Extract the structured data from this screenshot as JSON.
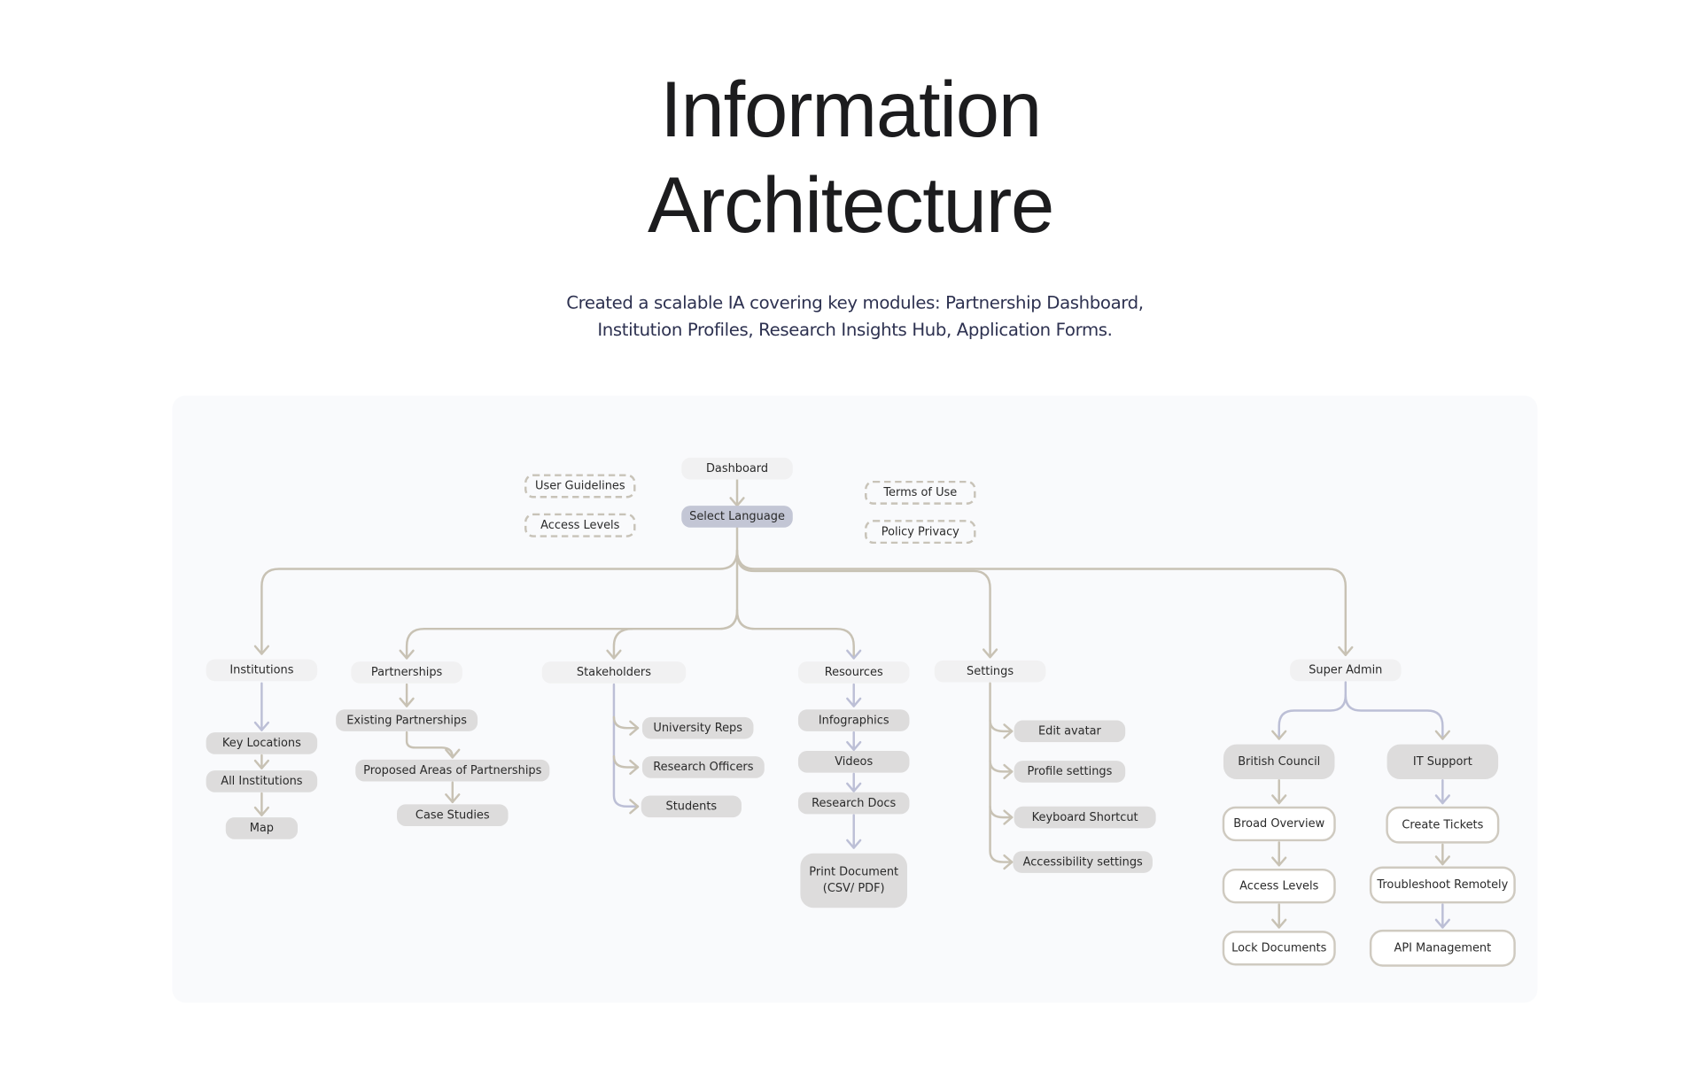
{
  "header": {
    "title_line1": "Information",
    "title_line2": "Architecture",
    "subtitle_line1": "Created a scalable IA covering key modules: Partnership Dashboard,",
    "subtitle_line2": "Institution Profiles, Research Insights Hub, Application Forms."
  },
  "colors": {
    "connector": "#c8c2b4",
    "connector_alt": "#bcbfd6",
    "panel": "#f9fafc",
    "node_light": "#f1f1f2",
    "node_grey": "#dddcdc",
    "node_selected": "#c3c6d5"
  },
  "diagram": {
    "nodes": [
      {
        "id": "dashboard",
        "label": "Dashboard",
        "style": "light"
      },
      {
        "id": "select-language",
        "label": "Select Language",
        "style": "dark"
      },
      {
        "id": "user-guidelines",
        "label": "User Guidelines",
        "style": "dashed"
      },
      {
        "id": "access-levels-top",
        "label": "Access Levels",
        "style": "dashed"
      },
      {
        "id": "terms-of-use",
        "label": "Terms of Use",
        "style": "dashed"
      },
      {
        "id": "policy-privacy",
        "label": "Policy Privacy",
        "style": "dashed"
      },
      {
        "id": "institutions",
        "label": "Institutions",
        "style": "light"
      },
      {
        "id": "key-locations",
        "label": "Key Locations",
        "style": "grey"
      },
      {
        "id": "all-institutions",
        "label": "All Institutions",
        "style": "grey"
      },
      {
        "id": "map",
        "label": "Map",
        "style": "grey"
      },
      {
        "id": "partnerships",
        "label": "Partnerships",
        "style": "light"
      },
      {
        "id": "existing-partnerships",
        "label": "Existing Partnerships",
        "style": "grey"
      },
      {
        "id": "proposed-areas",
        "label": "Proposed Areas of Partnerships",
        "style": "grey"
      },
      {
        "id": "case-studies",
        "label": "Case Studies",
        "style": "grey"
      },
      {
        "id": "stakeholders",
        "label": "Stakeholders",
        "style": "light"
      },
      {
        "id": "university-reps",
        "label": "University Reps",
        "style": "grey"
      },
      {
        "id": "research-officers",
        "label": "Research Officers",
        "style": "grey"
      },
      {
        "id": "students",
        "label": "Students",
        "style": "grey"
      },
      {
        "id": "resources",
        "label": "Resources",
        "style": "light"
      },
      {
        "id": "infographics",
        "label": "Infographics",
        "style": "grey"
      },
      {
        "id": "videos",
        "label": "Videos",
        "style": "grey"
      },
      {
        "id": "research-docs",
        "label": "Research Docs",
        "style": "grey"
      },
      {
        "id": "print-document",
        "label": "Print Document\n(CSV/ PDF)",
        "style": "grey"
      },
      {
        "id": "settings",
        "label": "Settings",
        "style": "light"
      },
      {
        "id": "edit-avatar",
        "label": "Edit avatar",
        "style": "grey"
      },
      {
        "id": "profile-settings",
        "label": "Profile settings",
        "style": "grey"
      },
      {
        "id": "keyboard-shortcut",
        "label": "Keyboard Shortcut",
        "style": "grey"
      },
      {
        "id": "accessibility-settings",
        "label": "Accessibility settings",
        "style": "grey"
      },
      {
        "id": "super-admin",
        "label": "Super Admin",
        "style": "light"
      },
      {
        "id": "british-council",
        "label": "British Council",
        "style": "grey"
      },
      {
        "id": "it-support",
        "label": "IT Support",
        "style": "grey"
      },
      {
        "id": "broad-overview",
        "label": "Broad Overview",
        "style": "outlined"
      },
      {
        "id": "access-levels",
        "label": "Access Levels",
        "style": "outlined"
      },
      {
        "id": "lock-documents",
        "label": "Lock Documents",
        "style": "outlined"
      },
      {
        "id": "create-tickets",
        "label": "Create Tickets",
        "style": "outlined"
      },
      {
        "id": "troubleshoot-remotely",
        "label": "Troubleshoot Remotely",
        "style": "outlined"
      },
      {
        "id": "api-management",
        "label": "API Management",
        "style": "outlined"
      }
    ],
    "edges": [
      [
        "dashboard",
        "select-language"
      ],
      [
        "select-language",
        "institutions"
      ],
      [
        "select-language",
        "partnerships"
      ],
      [
        "select-language",
        "stakeholders"
      ],
      [
        "select-language",
        "resources"
      ],
      [
        "select-language",
        "settings"
      ],
      [
        "select-language",
        "super-admin"
      ],
      [
        "institutions",
        "key-locations"
      ],
      [
        "key-locations",
        "all-institutions"
      ],
      [
        "all-institutions",
        "map"
      ],
      [
        "partnerships",
        "existing-partnerships"
      ],
      [
        "existing-partnerships",
        "proposed-areas"
      ],
      [
        "proposed-areas",
        "case-studies"
      ],
      [
        "stakeholders",
        "university-reps"
      ],
      [
        "stakeholders",
        "research-officers"
      ],
      [
        "stakeholders",
        "students"
      ],
      [
        "resources",
        "infographics"
      ],
      [
        "infographics",
        "videos"
      ],
      [
        "videos",
        "research-docs"
      ],
      [
        "research-docs",
        "print-document"
      ],
      [
        "settings",
        "edit-avatar"
      ],
      [
        "settings",
        "profile-settings"
      ],
      [
        "settings",
        "keyboard-shortcut"
      ],
      [
        "settings",
        "accessibility-settings"
      ],
      [
        "super-admin",
        "british-council"
      ],
      [
        "super-admin",
        "it-support"
      ],
      [
        "british-council",
        "broad-overview"
      ],
      [
        "broad-overview",
        "access-levels"
      ],
      [
        "access-levels",
        "lock-documents"
      ],
      [
        "it-support",
        "create-tickets"
      ],
      [
        "create-tickets",
        "troubleshoot-remotely"
      ],
      [
        "troubleshoot-remotely",
        "api-management"
      ]
    ]
  }
}
